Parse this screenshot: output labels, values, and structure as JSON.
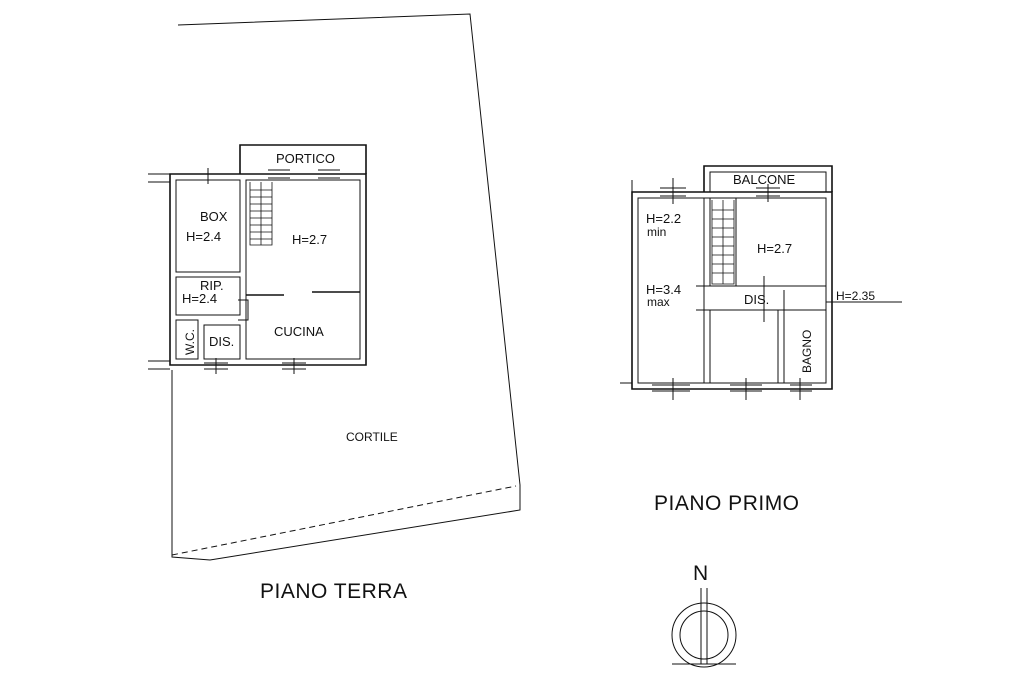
{
  "ground_floor": {
    "title": "PIANO TERRA",
    "rooms": {
      "portico": "PORTICO",
      "box": "BOX",
      "box_height": "H=2.4",
      "main_height": "H=2.7",
      "rip": "RIP.",
      "rip_height": "H=2.4",
      "cucina": "CUCINA",
      "wc": "W.C.",
      "dis": "DIS.",
      "cortile": "CORTILE"
    }
  },
  "first_floor": {
    "title": "PIANO PRIMO",
    "rooms": {
      "balcone": "BALCONE",
      "h_min": "H=2.2",
      "min": "min",
      "h_max": "H=3.4",
      "max": "max",
      "main_height": "H=2.7",
      "dis": "DIS.",
      "bagno_height": "H=2.35",
      "bagno": "BAGNO"
    }
  },
  "north_arrow": {
    "label": "N"
  }
}
